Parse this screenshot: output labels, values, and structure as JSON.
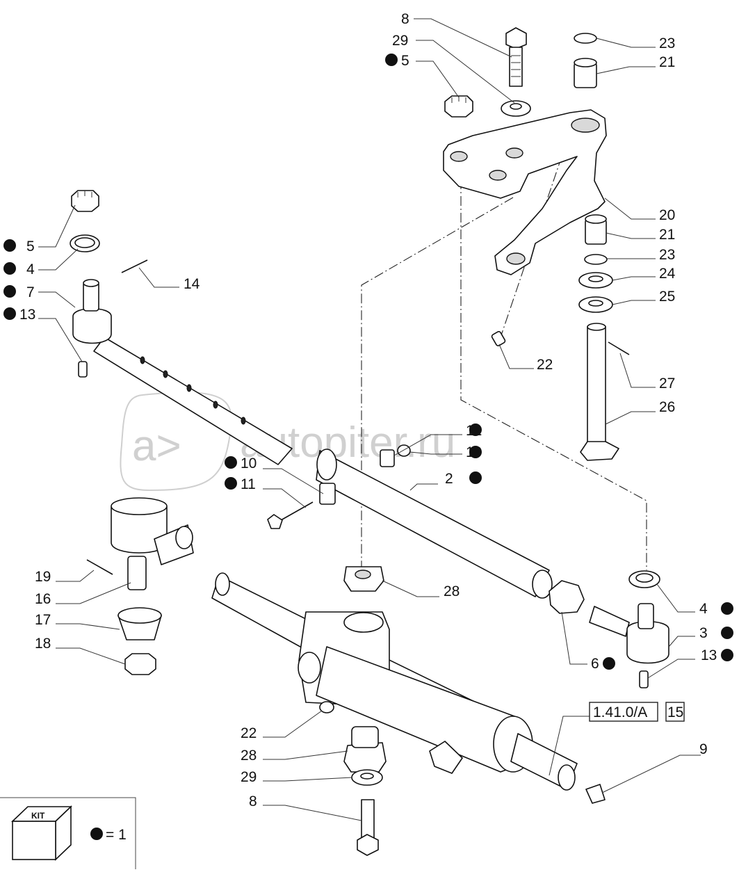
{
  "watermark": {
    "text": "autopiter.ru",
    "logo_glyph": "a>"
  },
  "callouts": [
    {
      "id": "c8-top",
      "text": "8",
      "dot": false
    },
    {
      "id": "c29-top",
      "text": "29",
      "dot": false
    },
    {
      "id": "c5-top",
      "text": "5",
      "dot": true
    },
    {
      "id": "c23-top",
      "text": "23",
      "dot": false
    },
    {
      "id": "c21-top",
      "text": "21",
      "dot": false
    },
    {
      "id": "c5-left",
      "text": "5",
      "dot": true
    },
    {
      "id": "c4-left",
      "text": "4",
      "dot": true
    },
    {
      "id": "c7-left",
      "text": "7",
      "dot": true
    },
    {
      "id": "c13-left",
      "text": "13",
      "dot": true
    },
    {
      "id": "c14",
      "text": "14",
      "dot": false
    },
    {
      "id": "c20",
      "text": "20",
      "dot": false
    },
    {
      "id": "c21-mid",
      "text": "21",
      "dot": false
    },
    {
      "id": "c23-mid",
      "text": "23",
      "dot": false
    },
    {
      "id": "c24",
      "text": "24",
      "dot": false
    },
    {
      "id": "c25",
      "text": "25",
      "dot": false
    },
    {
      "id": "c22-top",
      "text": "22",
      "dot": false
    },
    {
      "id": "c27",
      "text": "27",
      "dot": false
    },
    {
      "id": "c26",
      "text": "26",
      "dot": false
    },
    {
      "id": "c12",
      "text": "12",
      "dot": true
    },
    {
      "id": "c10-right",
      "text": "10",
      "dot": true
    },
    {
      "id": "c2",
      "text": "2",
      "dot": true
    },
    {
      "id": "c10-left",
      "text": "10",
      "dot": true
    },
    {
      "id": "c11",
      "text": "11",
      "dot": true
    },
    {
      "id": "c28-top",
      "text": "28",
      "dot": false
    },
    {
      "id": "c19",
      "text": "19",
      "dot": false
    },
    {
      "id": "c16",
      "text": "16",
      "dot": false
    },
    {
      "id": "c17",
      "text": "17",
      "dot": false
    },
    {
      "id": "c18",
      "text": "18",
      "dot": false
    },
    {
      "id": "c4-right",
      "text": "4",
      "dot": true
    },
    {
      "id": "c3",
      "text": "3",
      "dot": true
    },
    {
      "id": "c13-right",
      "text": "13",
      "dot": true
    },
    {
      "id": "c6",
      "text": "6",
      "dot": true
    },
    {
      "id": "c22-bottom",
      "text": "22",
      "dot": false
    },
    {
      "id": "c28-bottom",
      "text": "28",
      "dot": false
    },
    {
      "id": "c29-bottom",
      "text": "29",
      "dot": false
    },
    {
      "id": "c8-bottom",
      "text": "8",
      "dot": false
    },
    {
      "id": "c9",
      "text": "9",
      "dot": false
    }
  ],
  "reference_box": {
    "text": "1.41.0/A",
    "suffix": "15"
  },
  "legend": {
    "kit_label": "KIT",
    "equals_text": "= 1"
  }
}
